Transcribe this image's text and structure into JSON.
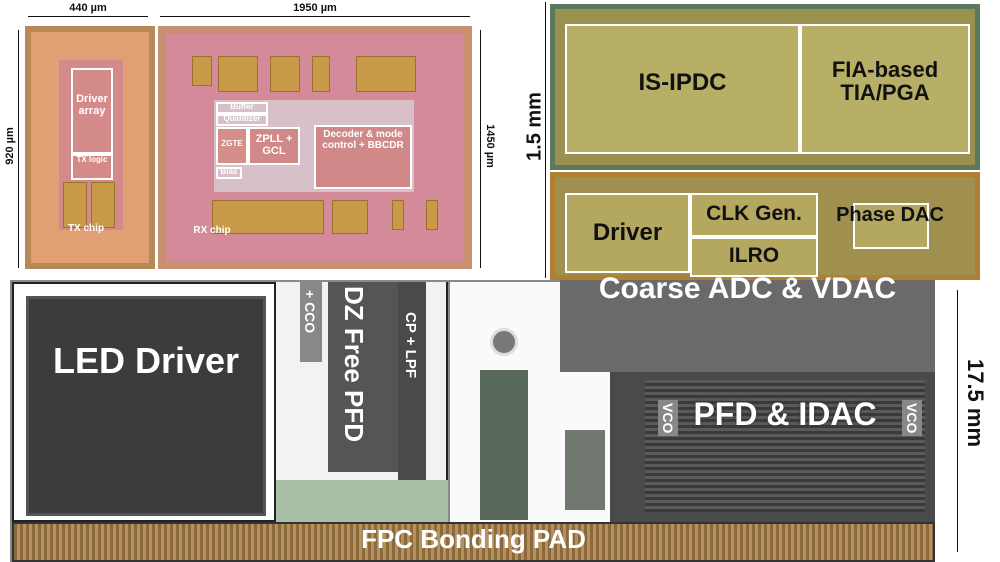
{
  "tx_rx_panel": {
    "tx_width": "440 µm",
    "rx_width": "1950 µm",
    "tx_height": "920 µm",
    "rx_height": "1450 µm",
    "tx_blocks": [
      "Driver array",
      "TX logic"
    ],
    "tx_chip_label": "TX chip",
    "rx_blocks": [
      "Buffer",
      "Quantizer",
      "ZGTE",
      "ZPLL + GCL",
      "Bias",
      "Decoder & mode control + BBCDR"
    ],
    "rx_chip_label": "RX chip"
  },
  "receiver_panel": {
    "height_label": "1.5 mm",
    "blocks": [
      "IS-IPDC",
      "FIA-based TIA/PGA",
      "Driver",
      "CLK Gen.",
      "ILRO",
      "Phase DAC"
    ]
  },
  "led_panel": {
    "height_label": "17.5 mm",
    "blocks": [
      "LED Driver",
      "+ CCO",
      "DZ Free PFD",
      "CP + LPF",
      "Coarse ADC & VDAC",
      "PFD & IDAC",
      "VCO",
      "VCO"
    ],
    "pad_label": "FPC Bonding PAD"
  },
  "colors": {
    "tx_die": "#e8a77a",
    "rx_die": "#d9899a",
    "rx_core": "#c8a040",
    "gray_die": "#7c7c7c"
  }
}
